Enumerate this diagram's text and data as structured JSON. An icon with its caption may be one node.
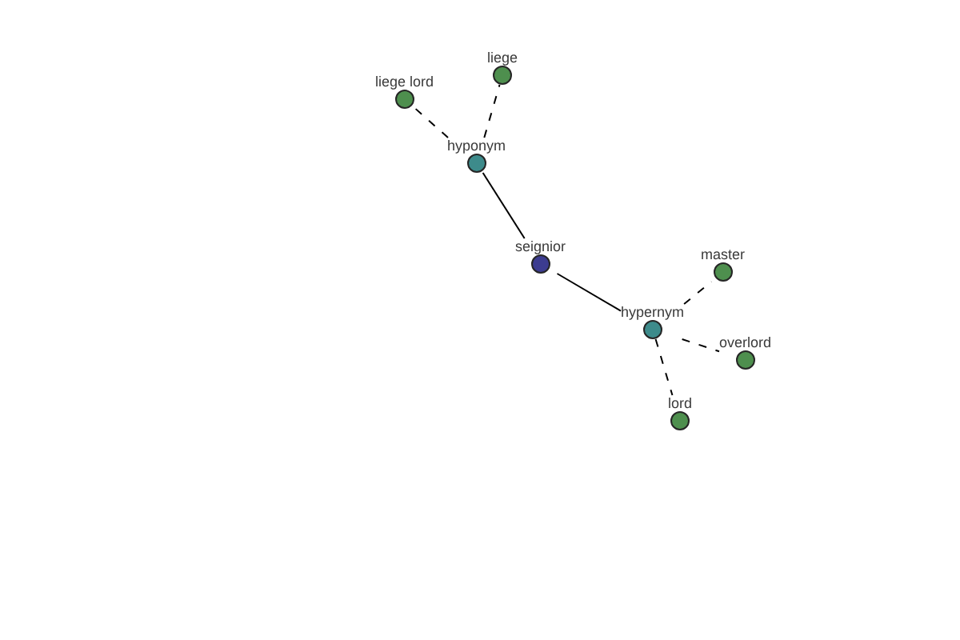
{
  "diagram": {
    "nodes": [
      {
        "text": [
          "liege lord"
        ]
      },
      {
        "text": [
          "liege"
        ]
      },
      {
        "text": [
          "hyponym"
        ]
      },
      {
        "text": [
          "seignior"
        ]
      },
      {
        "text": [
          "master"
        ]
      },
      {
        "text": [
          "hypernym"
        ]
      },
      {
        "text": [
          "overlord"
        ]
      },
      {
        "text": [
          "lord"
        ]
      }
    ],
    "edges": [
      {
        "from": 3,
        "to": 2,
        "arrow": "none"
      },
      {
        "from": 3,
        "to": 5,
        "arrow": "none"
      },
      {
        "from": 2,
        "to": 0,
        "arrow": "none",
        "style": "dashed"
      },
      {
        "from": 2,
        "to": 1,
        "arrow": "none",
        "style": "dashed"
      },
      {
        "from": 5,
        "to": 4,
        "arrow": "none",
        "style": "dashed"
      },
      {
        "from": 5,
        "to": 6,
        "arrow": "none",
        "style": "dashed"
      },
      {
        "from": 5,
        "to": 7,
        "arrow": "none",
        "style": "dashed"
      }
    ]
  }
}
